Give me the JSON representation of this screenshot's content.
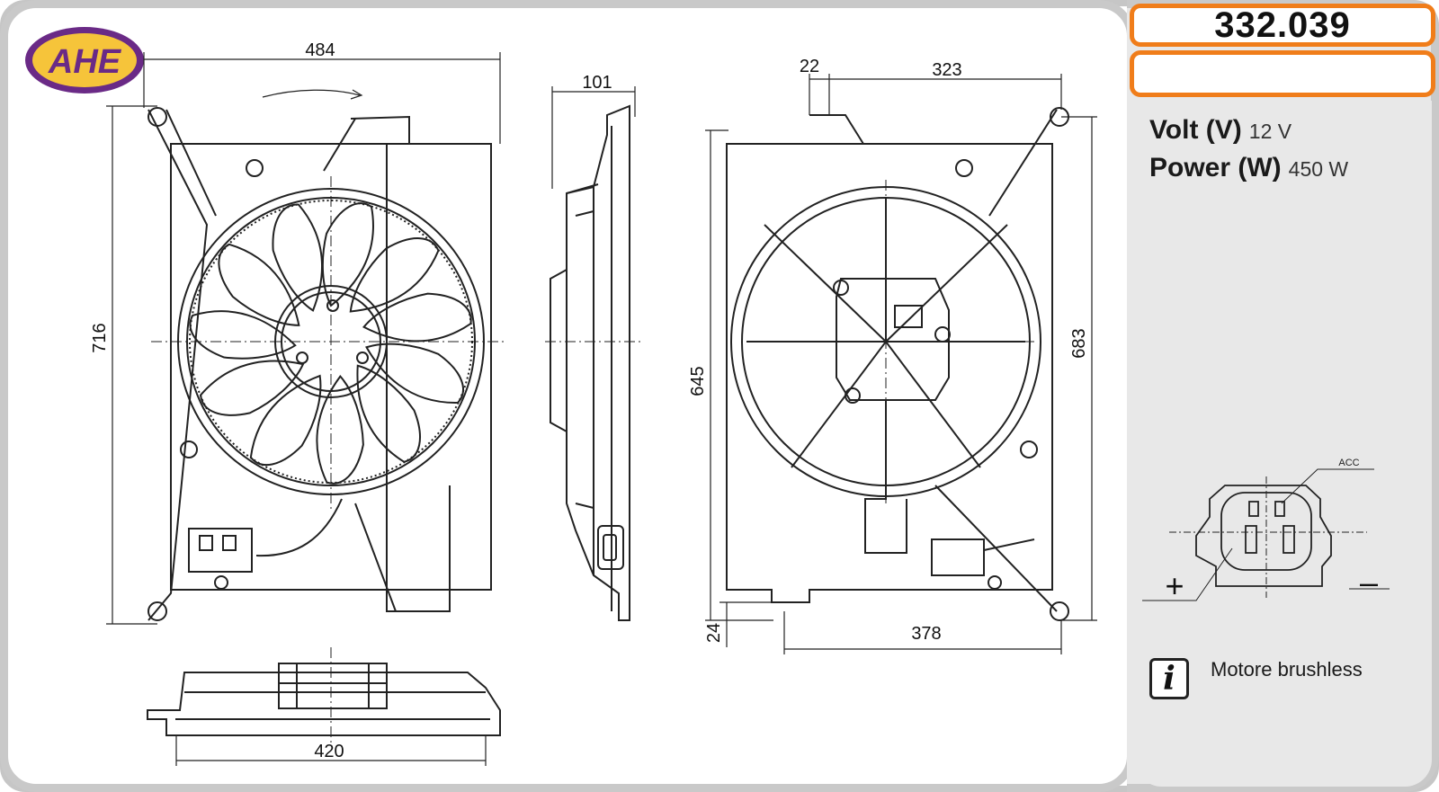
{
  "brand": {
    "logo_text": "AHE"
  },
  "product": {
    "code": "332.039",
    "subtitle": ""
  },
  "specs": [
    {
      "label": "Volt",
      "unit": "(V)",
      "value": "12 V"
    },
    {
      "label": "Power",
      "unit": "(W)",
      "value": "450 W"
    }
  ],
  "note": {
    "text": "Motore brushless"
  },
  "dimensions": {
    "front_width": "484",
    "front_height": "716",
    "side_depth": "101",
    "back_offset": "22",
    "back_width": "323",
    "back_inner_height": "645",
    "back_height": "683",
    "back_bottom_offset": "24",
    "back_bottom_width": "378",
    "bottom_width": "420"
  },
  "connector": {
    "label": "ACC",
    "plus": "+",
    "minus": "–"
  },
  "colors": {
    "accent_orange": "#f07d1a",
    "panel_gray": "#e8e8e8",
    "logo_purple": "#6a2a86",
    "logo_yellow": "#f6c43a"
  }
}
